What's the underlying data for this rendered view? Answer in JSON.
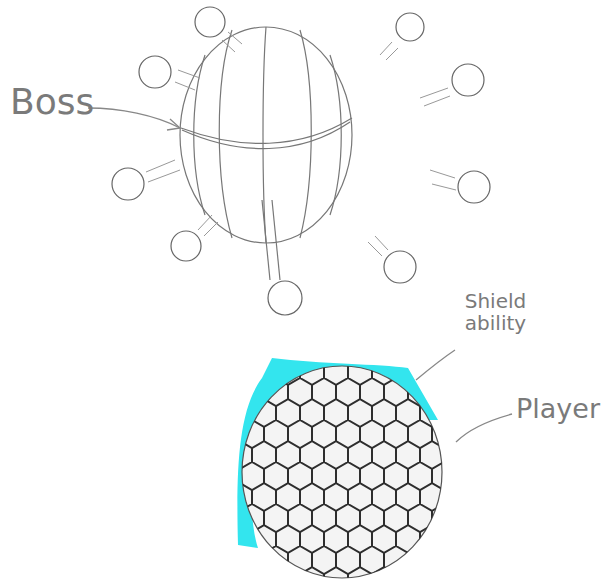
{
  "diagram": {
    "labels": [
      "Boss",
      "Shield ability",
      "Player"
    ]
  }
}
